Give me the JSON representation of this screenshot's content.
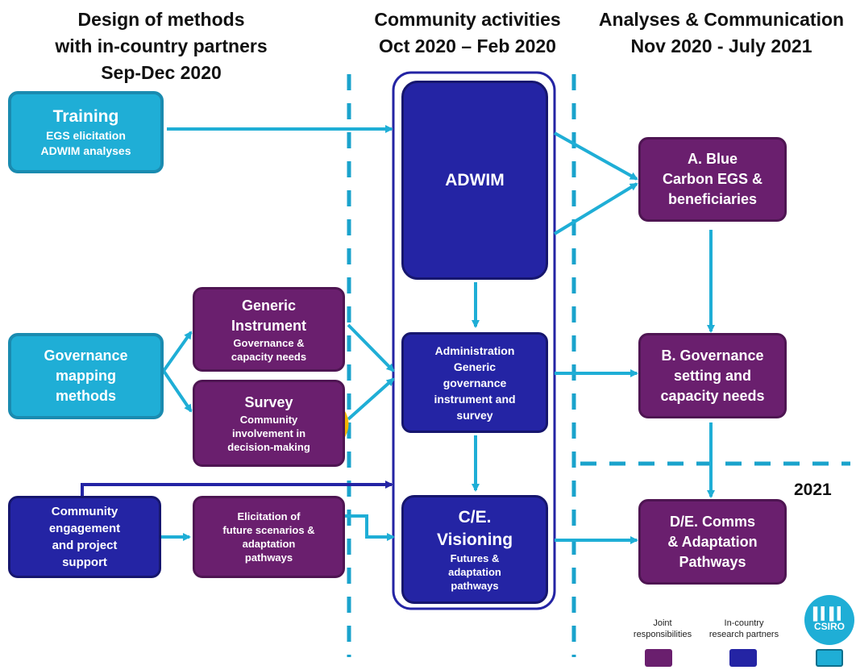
{
  "columns": [
    {
      "lines": [
        "Design of methods",
        "with in-country partners",
        "Sep-Dec 2020"
      ]
    },
    {
      "lines": [
        "Community activities",
        "Oct 2020 – Feb 2020"
      ]
    },
    {
      "lines": [
        "Analyses & Communication",
        "Nov 2020 - July 2021"
      ]
    }
  ],
  "boxes": {
    "training": {
      "title": "Training",
      "sub": [
        "EGS elicitation",
        "ADWIM analyses"
      ]
    },
    "governance_mapping": {
      "lines": [
        "Governance",
        "mapping",
        "methods"
      ]
    },
    "community_engagement": {
      "lines": [
        "Community",
        "engagement",
        "and project",
        "support"
      ]
    },
    "generic_instrument": {
      "title": [
        "Generic",
        "Instrument"
      ],
      "sub": [
        "Governance &",
        "capacity needs"
      ]
    },
    "survey": {
      "title": "Survey",
      "sub": [
        "Community",
        "involvement in",
        "decision-making"
      ]
    },
    "elicitation": {
      "lines": [
        "Elicitation of",
        "future scenarios &",
        "adaptation",
        "pathways"
      ]
    },
    "adwim": {
      "title": "ADWIM"
    },
    "administration": {
      "lines": [
        "Administration",
        "Generic",
        "governance",
        "instrument and",
        "survey"
      ]
    },
    "visioning": {
      "title": [
        "C/E.",
        "Visioning"
      ],
      "sub": [
        "Futures &",
        "adaptation",
        "pathways"
      ]
    },
    "blue_carbon": {
      "lines": [
        "A. Blue",
        "Carbon EGS &",
        "beneficiaries"
      ]
    },
    "governance_setting": {
      "lines": [
        "B. Governance",
        "setting and",
        "capacity needs"
      ]
    },
    "comms": {
      "lines": [
        "D/E. Comms",
        "& Adaptation",
        "Pathways"
      ]
    }
  },
  "year_label": "2021",
  "legend": [
    {
      "label": [
        "Joint",
        "responsibilities"
      ],
      "color": "#6a1f6e"
    },
    {
      "label": [
        "In-country",
        "research partners"
      ],
      "color": "#2424a4"
    },
    {
      "label": [],
      "color": "#1faed6"
    }
  ],
  "logo": {
    "name": "CSIRO",
    "icon": "csiro-bars-icon"
  },
  "colors": {
    "cyan": "#1faed6",
    "purple": "#6a1f6e",
    "navy": "#2424a4",
    "arrow": "#1faed6",
    "divider": "#1aa3cc"
  }
}
